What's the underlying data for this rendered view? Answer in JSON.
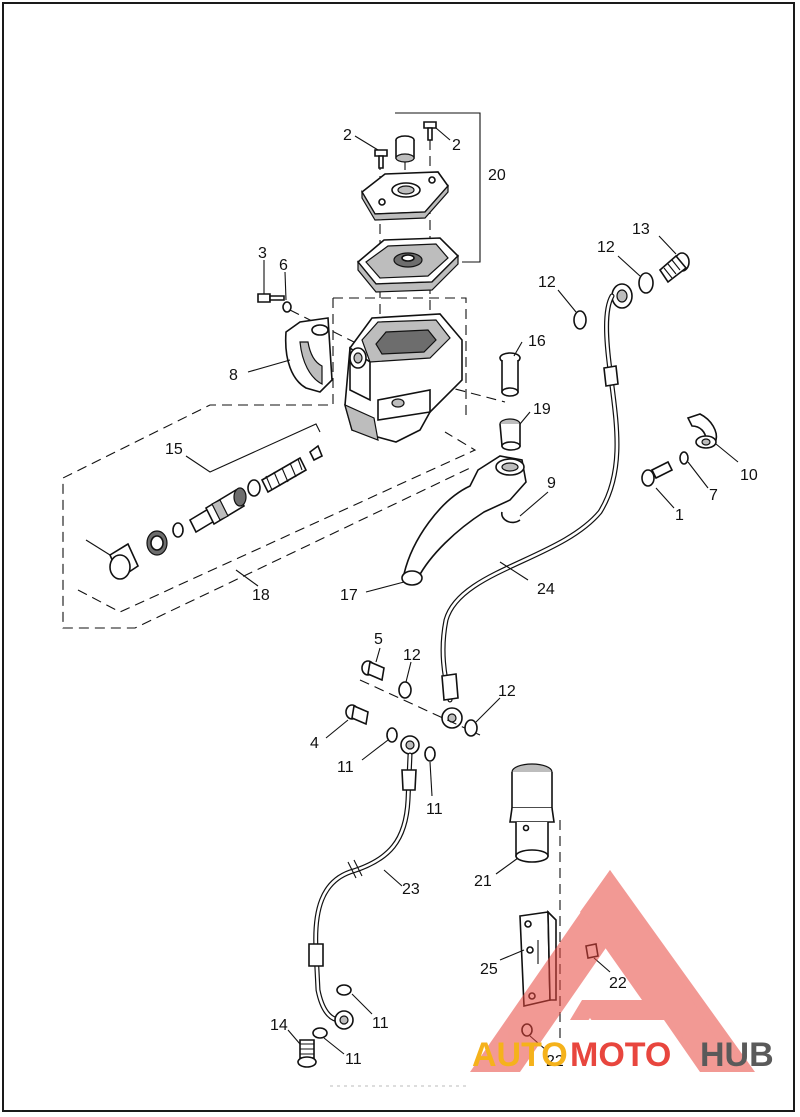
{
  "callouts": [
    "2",
    "2",
    "20",
    "3",
    "6",
    "8",
    "13",
    "12",
    "12",
    "16",
    "19",
    "15",
    "10",
    "7",
    "1",
    "9",
    "17",
    "18",
    "24",
    "5",
    "12",
    "12",
    "4",
    "11",
    "11",
    "23",
    "21",
    "25",
    "22",
    "22",
    "14",
    "11",
    "11"
  ],
  "watermark": {
    "text_a": "AUTO",
    "text_b": "MOTO",
    "text_c": "HUB",
    "color_orange": "#f5b21b",
    "color_red": "#e8463e",
    "color_gray": "#5a5a5a"
  }
}
